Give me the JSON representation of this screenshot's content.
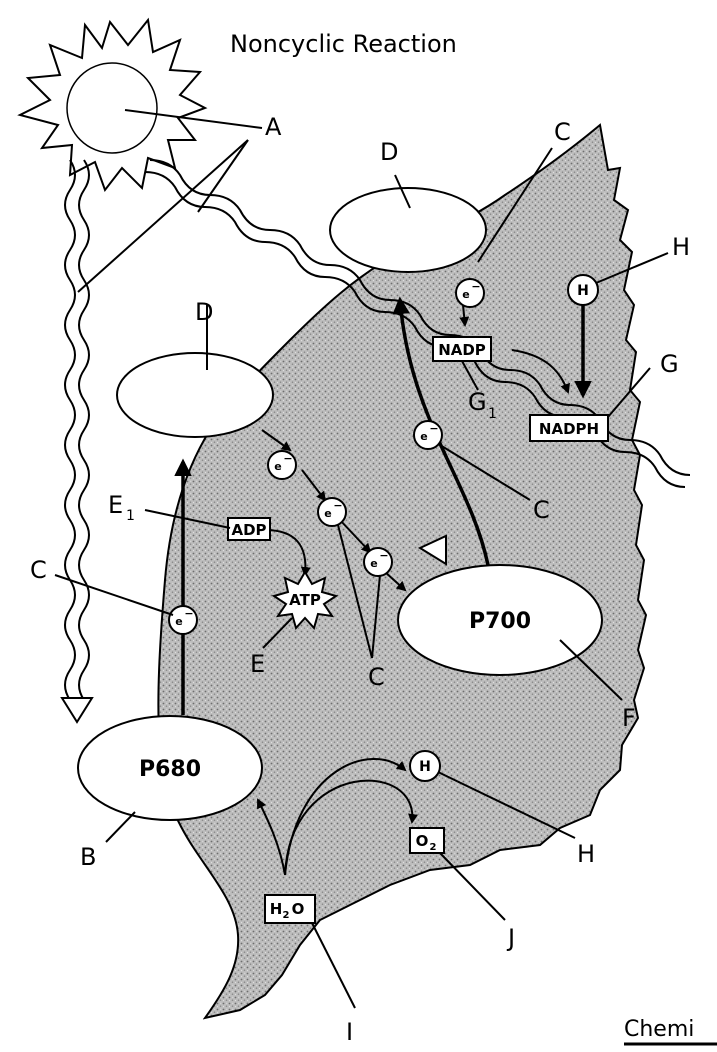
{
  "title": "Noncyclic Reaction",
  "labels": {
    "A": "A",
    "B": "B",
    "C": "C",
    "D": "D",
    "E": "E",
    "E1": "E",
    "E1_sub": "1",
    "F": "F",
    "G": "G",
    "G1": "G",
    "G1_sub": "1",
    "H": "H",
    "I": "I",
    "J": "J"
  },
  "pigments": {
    "p680": "P680",
    "p700": "P700"
  },
  "molecules": {
    "adp": "ADP",
    "atp": "ATP",
    "nadp": "NADP",
    "nadph": "NADPH",
    "h2o_main": "H",
    "h2o_sub": "2",
    "h2o_o": "O",
    "o2_main": "O",
    "o2_sub": "2"
  },
  "symbols": {
    "electron": "e",
    "electron_charge": "−",
    "hydrogen": "H"
  },
  "footer": {
    "text": "Chemi"
  }
}
